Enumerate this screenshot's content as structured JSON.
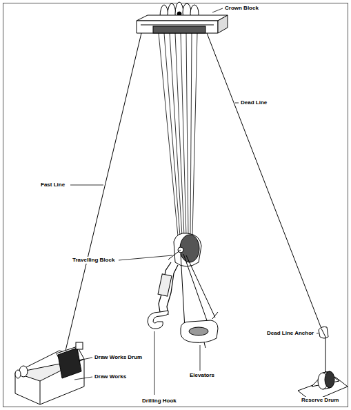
{
  "diagram": {
    "labels": [
      "Crown Block",
      "Dead Line",
      "Fast Line",
      "Travelling Block",
      "Draw Works Drum",
      "Draw Works",
      "Drilling Hook",
      "Elevators",
      "Dead Line Anchor",
      "Reserve Drum"
    ]
  }
}
